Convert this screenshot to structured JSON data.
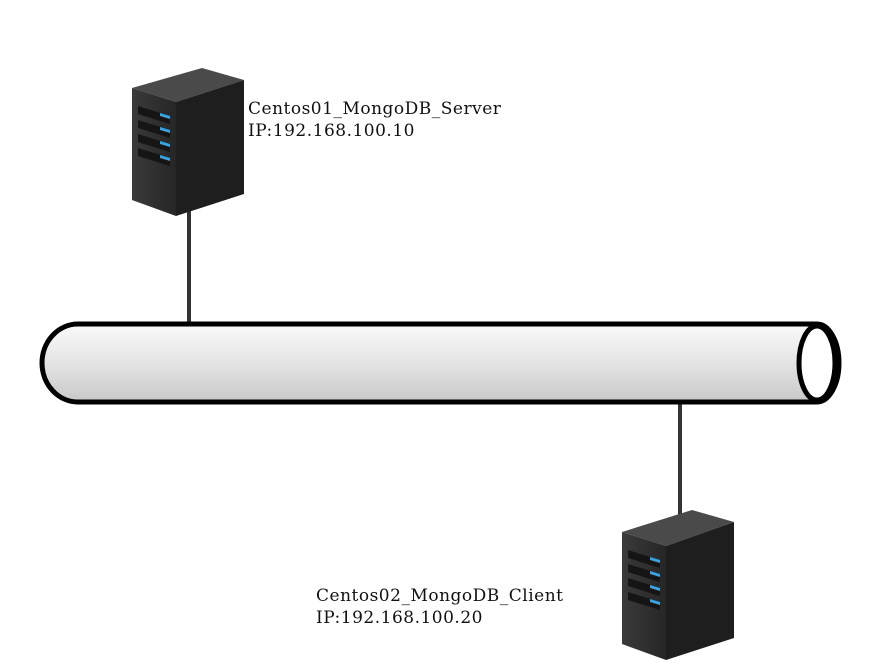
{
  "server": {
    "name": "Centos01_MongoDB_Server",
    "ip": "IP:192.168.100.10",
    "icon": "server-tower-icon"
  },
  "client": {
    "name": "Centos02_MongoDB_Client",
    "ip": "IP:192.168.100.20",
    "icon": "server-tower-icon"
  },
  "network": {
    "icon": "network-bus-pipe"
  },
  "colors": {
    "server_body": "#2f2f2f",
    "server_side": "#1c1c1c",
    "server_top": "#4a4a4a",
    "drive_led": "#3aa3e0",
    "pipe_fill": "#e6e6e6",
    "line": "#333333"
  }
}
